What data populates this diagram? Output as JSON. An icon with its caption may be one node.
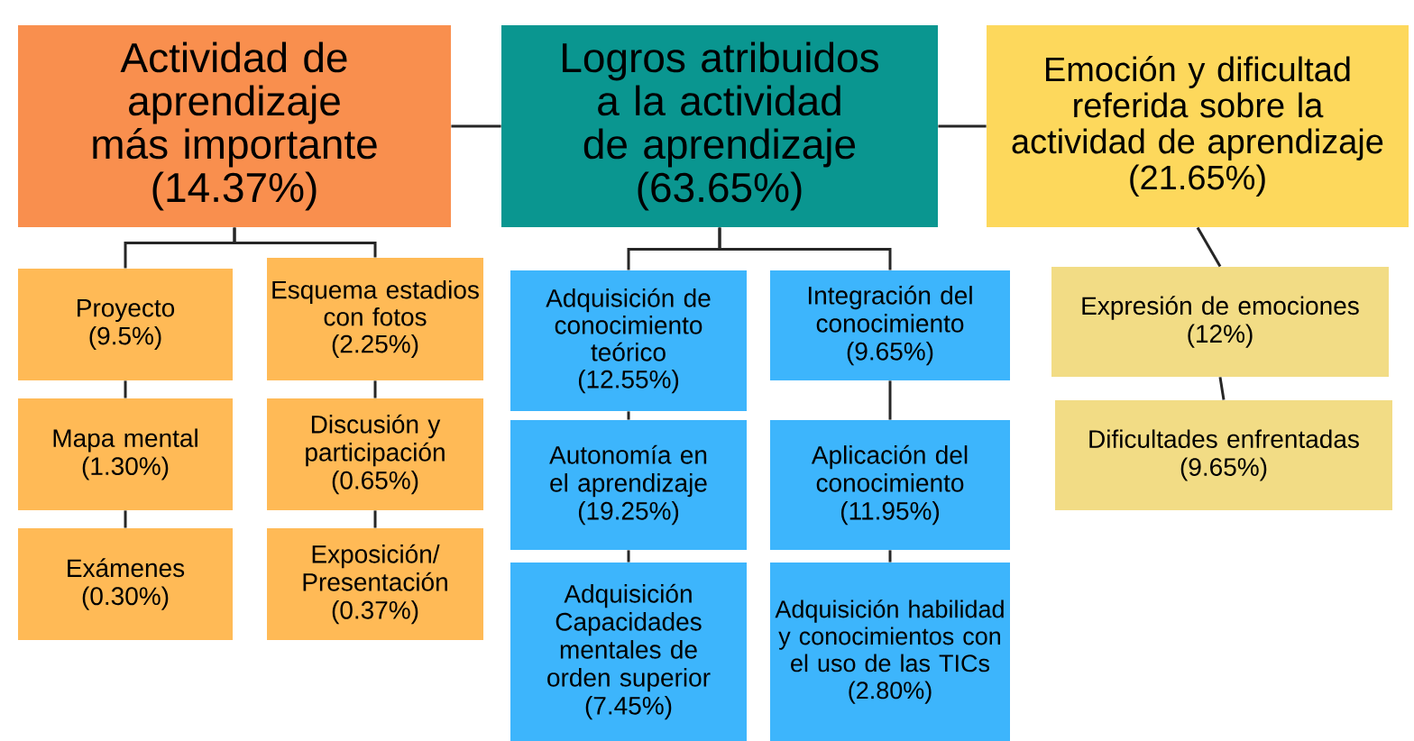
{
  "diagram": {
    "nodes": [
      {
        "text": [
          "Actividad de aprendizaje más importante",
          "(14.37%)"
        ]
      },
      {
        "text": [
          "Logros atribuidos a la actividad de aprendizaje",
          "(63.65%)"
        ]
      },
      {
        "text": [
          "Emoción y dificultad referida sobre la actividad de aprendizaje",
          "(21.65%)"
        ]
      },
      {
        "text": [
          "Proyecto",
          "(9.5%)"
        ]
      },
      {
        "text": [
          "Mapa mental",
          "(1.30%)"
        ]
      },
      {
        "text": [
          "Exámenes",
          "(0.30%)"
        ]
      },
      {
        "text": [
          "Esquema estadios con fotos",
          "(2.25%)"
        ]
      },
      {
        "text": [
          "Discusión y participación",
          "(0.65%)"
        ]
      },
      {
        "text": [
          "Exposición/ Presentación",
          "(0.37%)"
        ]
      },
      {
        "text": [
          "Adquisición de conocimiento teórico",
          "(12.55%)"
        ]
      },
      {
        "text": [
          "Autonomía en el aprendizaje",
          "(19.25%)"
        ]
      },
      {
        "text": [
          "Adquisición Capacidades mentales de orden superior",
          "(7.45%)"
        ]
      },
      {
        "text": [
          "Integración del conocimiento",
          "(9.65%)"
        ]
      },
      {
        "text": [
          "Aplicación del conocimiento",
          "(11.95%)"
        ]
      },
      {
        "text": [
          "Adquisición habilidad y conocimientos con el uso de las TICs",
          "(2.80%)"
        ]
      },
      {
        "text": [
          "Expresión de emociones",
          "(12%)"
        ]
      },
      {
        "text": [
          "Dificultades enfrentadas",
          "(9.65%)"
        ]
      }
    ],
    "edges": [
      {
        "from": 0,
        "to": 1,
        "arrow": "none"
      },
      {
        "from": 1,
        "to": 2,
        "arrow": "none"
      },
      {
        "from": 0,
        "to": 3,
        "arrow": "none"
      },
      {
        "from": 0,
        "to": 6,
        "arrow": "none"
      },
      {
        "from": 3,
        "to": 4,
        "arrow": "none"
      },
      {
        "from": 4,
        "to": 5,
        "arrow": "none"
      },
      {
        "from": 6,
        "to": 7,
        "arrow": "none"
      },
      {
        "from": 7,
        "to": 8,
        "arrow": "none"
      },
      {
        "from": 1,
        "to": 9,
        "arrow": "none"
      },
      {
        "from": 1,
        "to": 12,
        "arrow": "none"
      },
      {
        "from": 9,
        "to": 10,
        "arrow": "none"
      },
      {
        "from": 10,
        "to": 11,
        "arrow": "none"
      },
      {
        "from": 12,
        "to": 13,
        "arrow": "none"
      },
      {
        "from": 13,
        "to": 14,
        "arrow": "none"
      },
      {
        "from": 2,
        "to": 15,
        "arrow": "none"
      },
      {
        "from": 15,
        "to": 16,
        "arrow": "none"
      }
    ]
  }
}
